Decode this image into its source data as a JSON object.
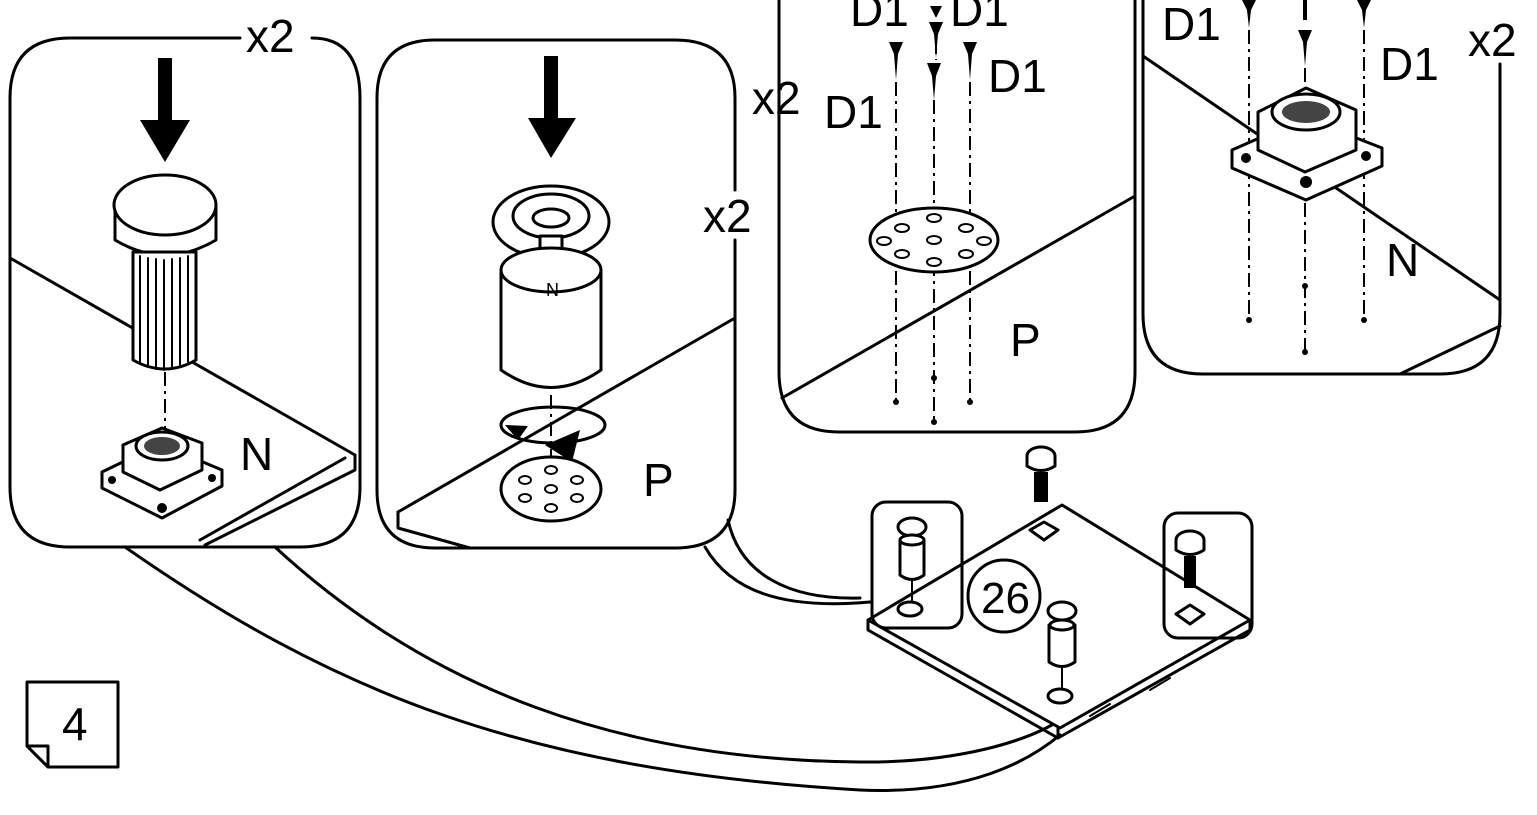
{
  "labels": {
    "panel1_qty": "x2",
    "panel1_part": "N",
    "panel2_qty": "x2",
    "panel2_part": "P",
    "panel3_qty": "x2",
    "panel3_screw_a": "D1",
    "panel3_screw_b": "D1",
    "panel3_screw_c": "D1",
    "panel3_screw_d": "D1",
    "panel3_part": "P",
    "panel4_qty": "x2",
    "panel4_screw_a": "D1",
    "panel4_screw_b": "D1",
    "panel4_part": "N",
    "main_step_number": "26",
    "page_number": "4"
  },
  "colors": {
    "ink": "#000000",
    "paper": "#ffffff",
    "shade": "#444444"
  }
}
